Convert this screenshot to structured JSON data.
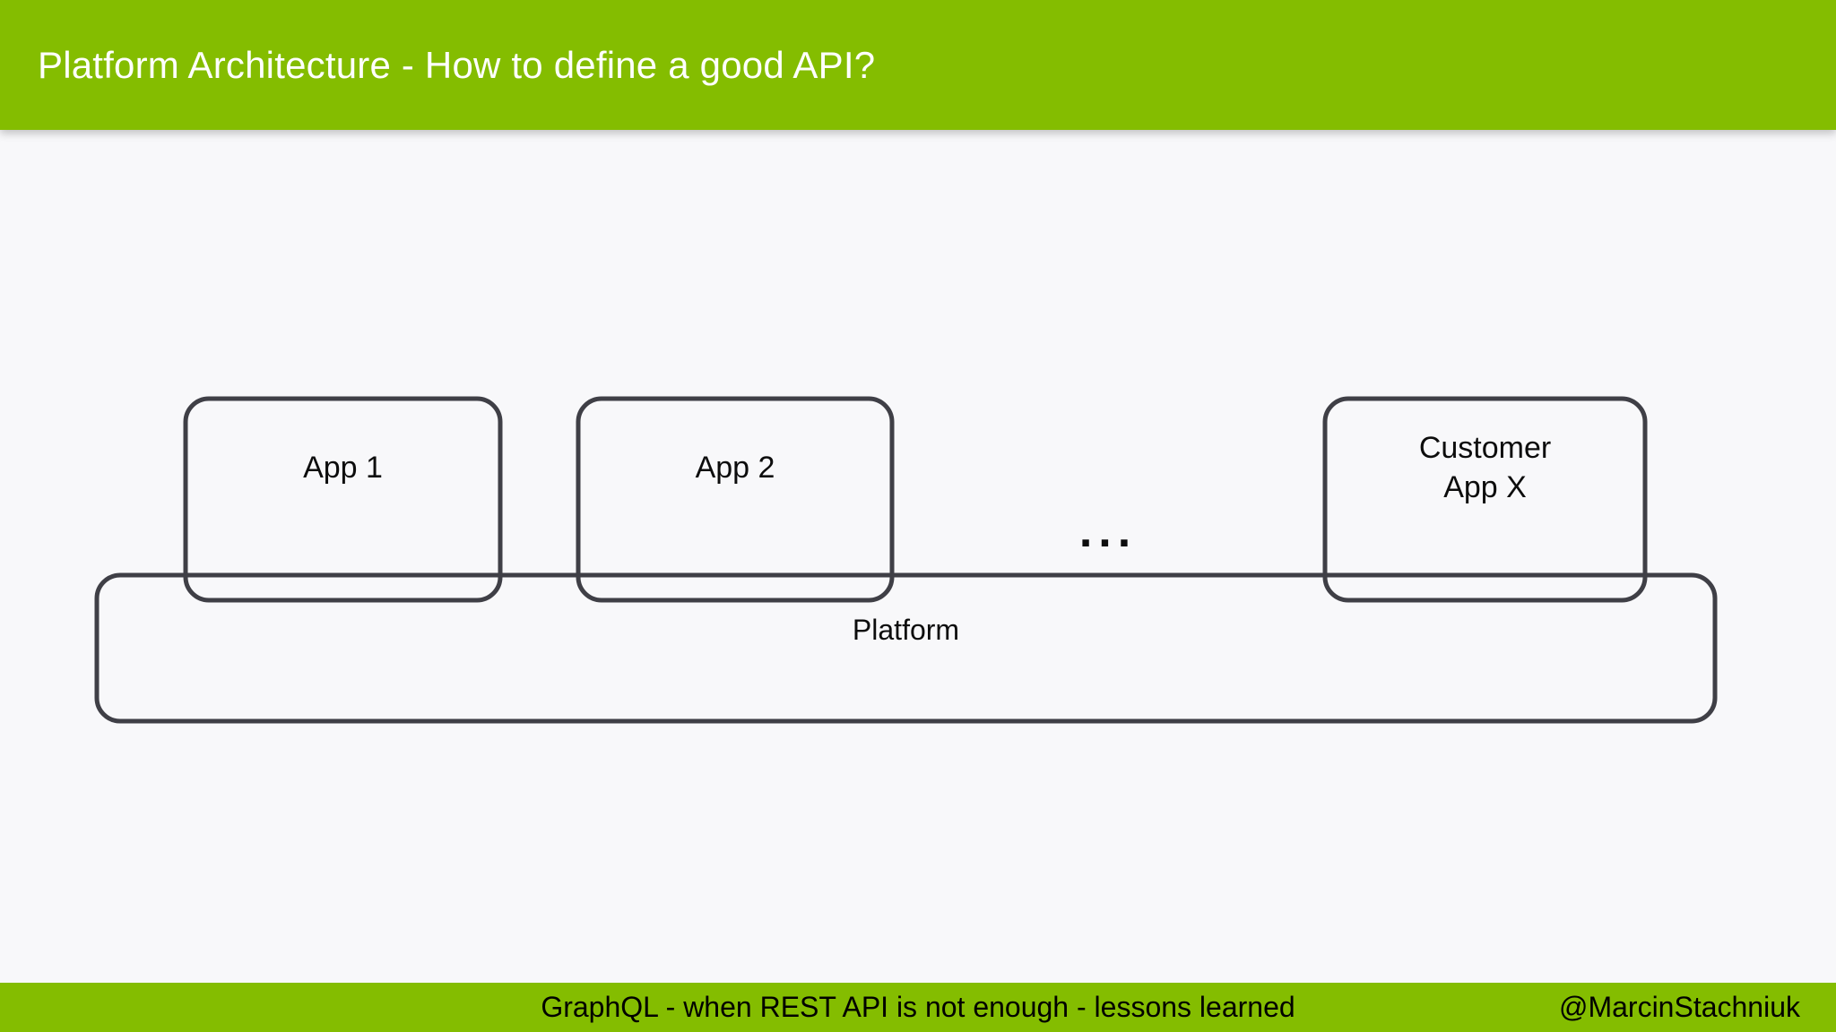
{
  "slide": {
    "header": {
      "title": "Platform Architecture - How to define a good API?",
      "background_color": "#84bd00",
      "text_color": "#ffffff"
    },
    "footer": {
      "talk_title": "GraphQL - when REST API is not enough - lessons learned",
      "speaker_handle": "@MarcinStachniuk",
      "background_color": "#84bd00",
      "text_color": "#000000"
    },
    "background_color": "#f8f8fa"
  },
  "diagram": {
    "type": "block-architecture",
    "stroke_color": "#3f3f46",
    "fill_color": "none",
    "nodes": [
      {
        "id": "app1",
        "label": "App 1"
      },
      {
        "id": "app2",
        "label": "App 2"
      },
      {
        "id": "ellipsis",
        "label": "..."
      },
      {
        "id": "customer",
        "label": "Customer\nApp X"
      },
      {
        "id": "platform",
        "label": "Platform"
      }
    ]
  }
}
